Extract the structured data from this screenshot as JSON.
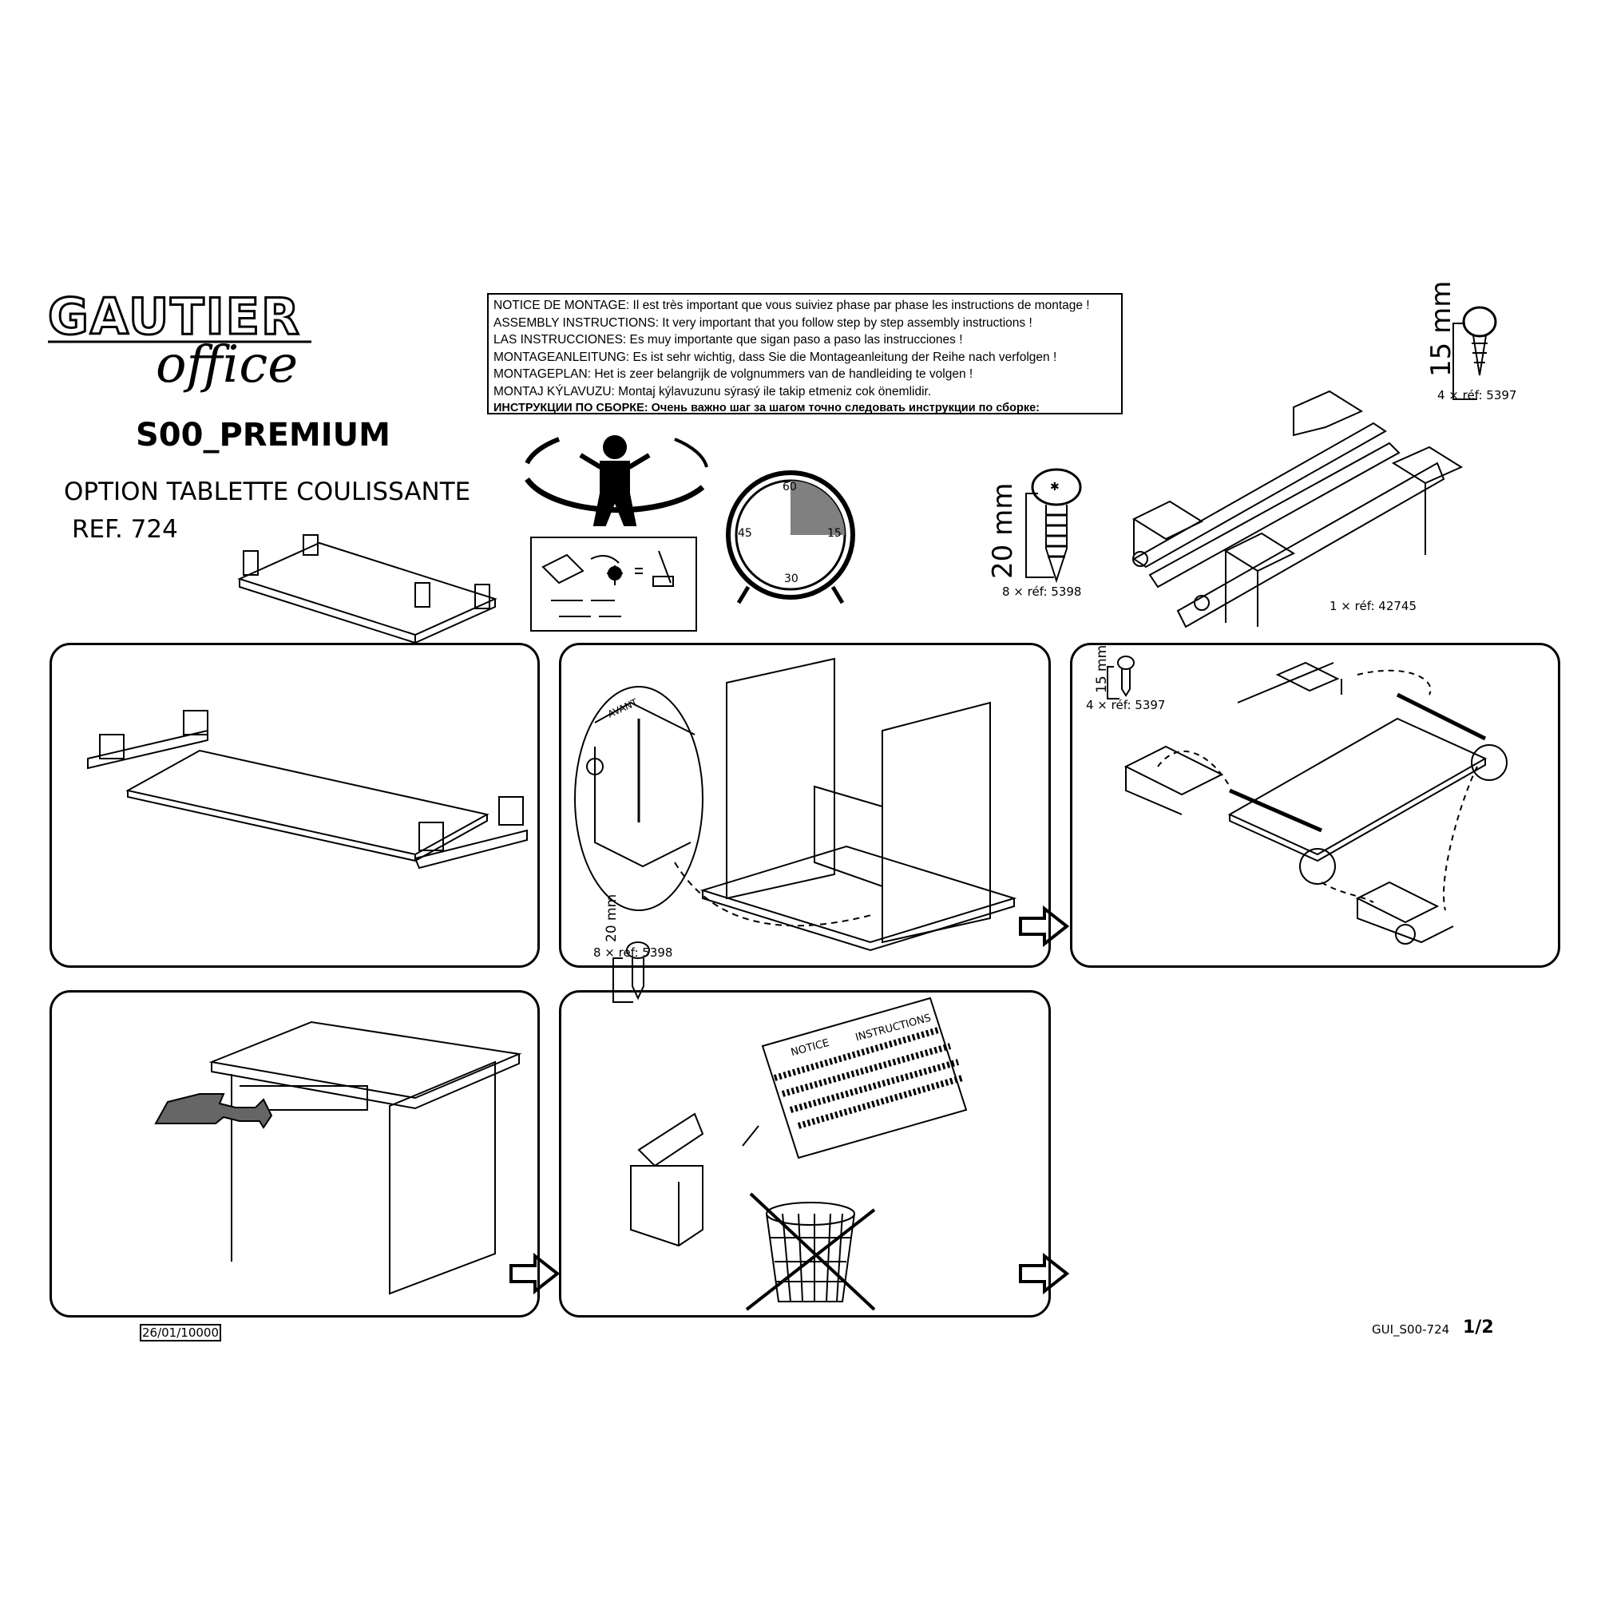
{
  "brand": {
    "name": "GAUTIER",
    "sub": "office"
  },
  "header": {
    "series": "S00_PREMIUM",
    "product": "OPTION TABLETTE COULISSANTE",
    "ref": "REF. 724"
  },
  "notice": [
    "NOTICE DE MONTAGE: Il est très important que vous suiviez phase par phase les instructions de montage !",
    "ASSEMBLY INSTRUCTIONS: It very important that you follow step by step assembly instructions !",
    "LAS INSTRUCCIONES: Es muy importante que sigan paso a paso las instrucciones !",
    "MONTAGEANLEITUNG: Es ist sehr wichtig, dass Sie die Montageanleitung der Reihe nach verfolgen !",
    "MONTAGEPLAN: Het is zeer belangrijk de volgnummers van de handleiding te volgen !",
    "MONTAJ KÝLAVUZU: Montaj kýlavuzunu sýrasý ile takip etmeniz cok önemlidir.",
    "ИНСТРУКЦИИ ПО СБОРКЕ: Очень важно шаг за шагом точно следовать инструкции по сборке:"
  ],
  "timer": {
    "marks": [
      "60",
      "15",
      "30",
      "45"
    ],
    "minutes": 15
  },
  "parts": [
    {
      "dimension": "20 mm",
      "label": "8 × réf: 5398"
    },
    {
      "dimension": "15 mm",
      "label": "4 × réf: 5397"
    },
    {
      "label": "1 × réf: 42745"
    }
  ],
  "steps": {
    "step2": {
      "tag": "AVANT",
      "dimension": "20 mm",
      "label": "8 × réf: 5398"
    },
    "step3": {
      "dimension": "15 mm",
      "label": "4 × réf: 5397"
    },
    "step5": {
      "notice": "NOTICE",
      "instructions": "INSTRUCTIONS"
    }
  },
  "footer": {
    "date": "26/01/10000",
    "doc": "GUI_S00-724",
    "page": "1/2"
  }
}
